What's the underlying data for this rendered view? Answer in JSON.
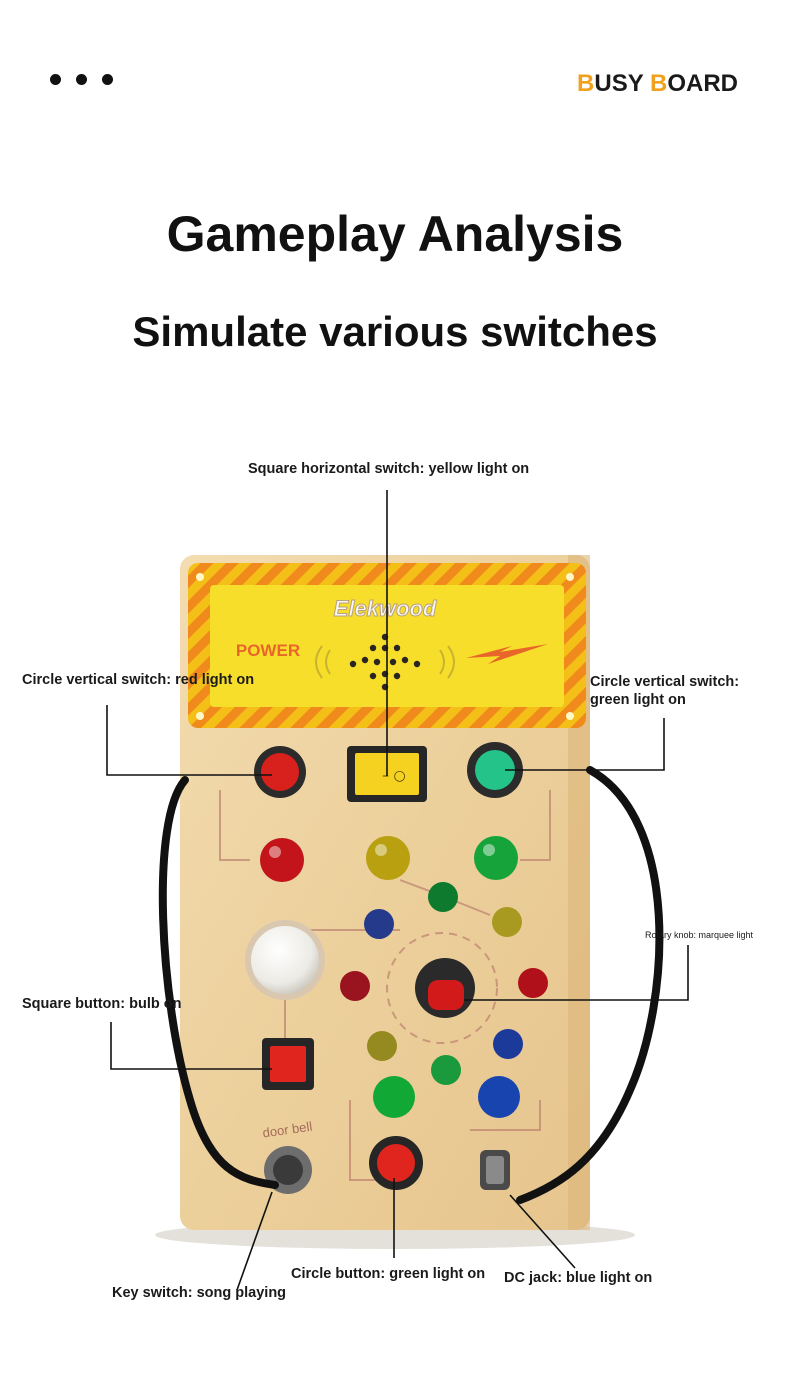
{
  "header": {
    "brand_first": "B",
    "brand_rest1": "USY ",
    "brand_second": "B",
    "brand_rest2": "OARD",
    "accent_color": "#f0a21e"
  },
  "title": "Gameplay Analysis",
  "subtitle": "Simulate various switches",
  "board": {
    "logo": "Elekwood",
    "power_label": "POWER",
    "door_bell": "door bell"
  },
  "callouts": {
    "square_horizontal": "Square horizontal switch: yellow light on",
    "circle_vertical_red": "Circle vertical switch: red light on",
    "circle_vertical_green": "Circle vertical switch: green light on",
    "rotary_knob": "Rotary knob: marquee light",
    "square_button": "Square button: bulb on",
    "key_switch": "Key switch: song playing",
    "circle_button": "Circle button: green light on",
    "dc_jack": "DC jack: blue light on"
  }
}
